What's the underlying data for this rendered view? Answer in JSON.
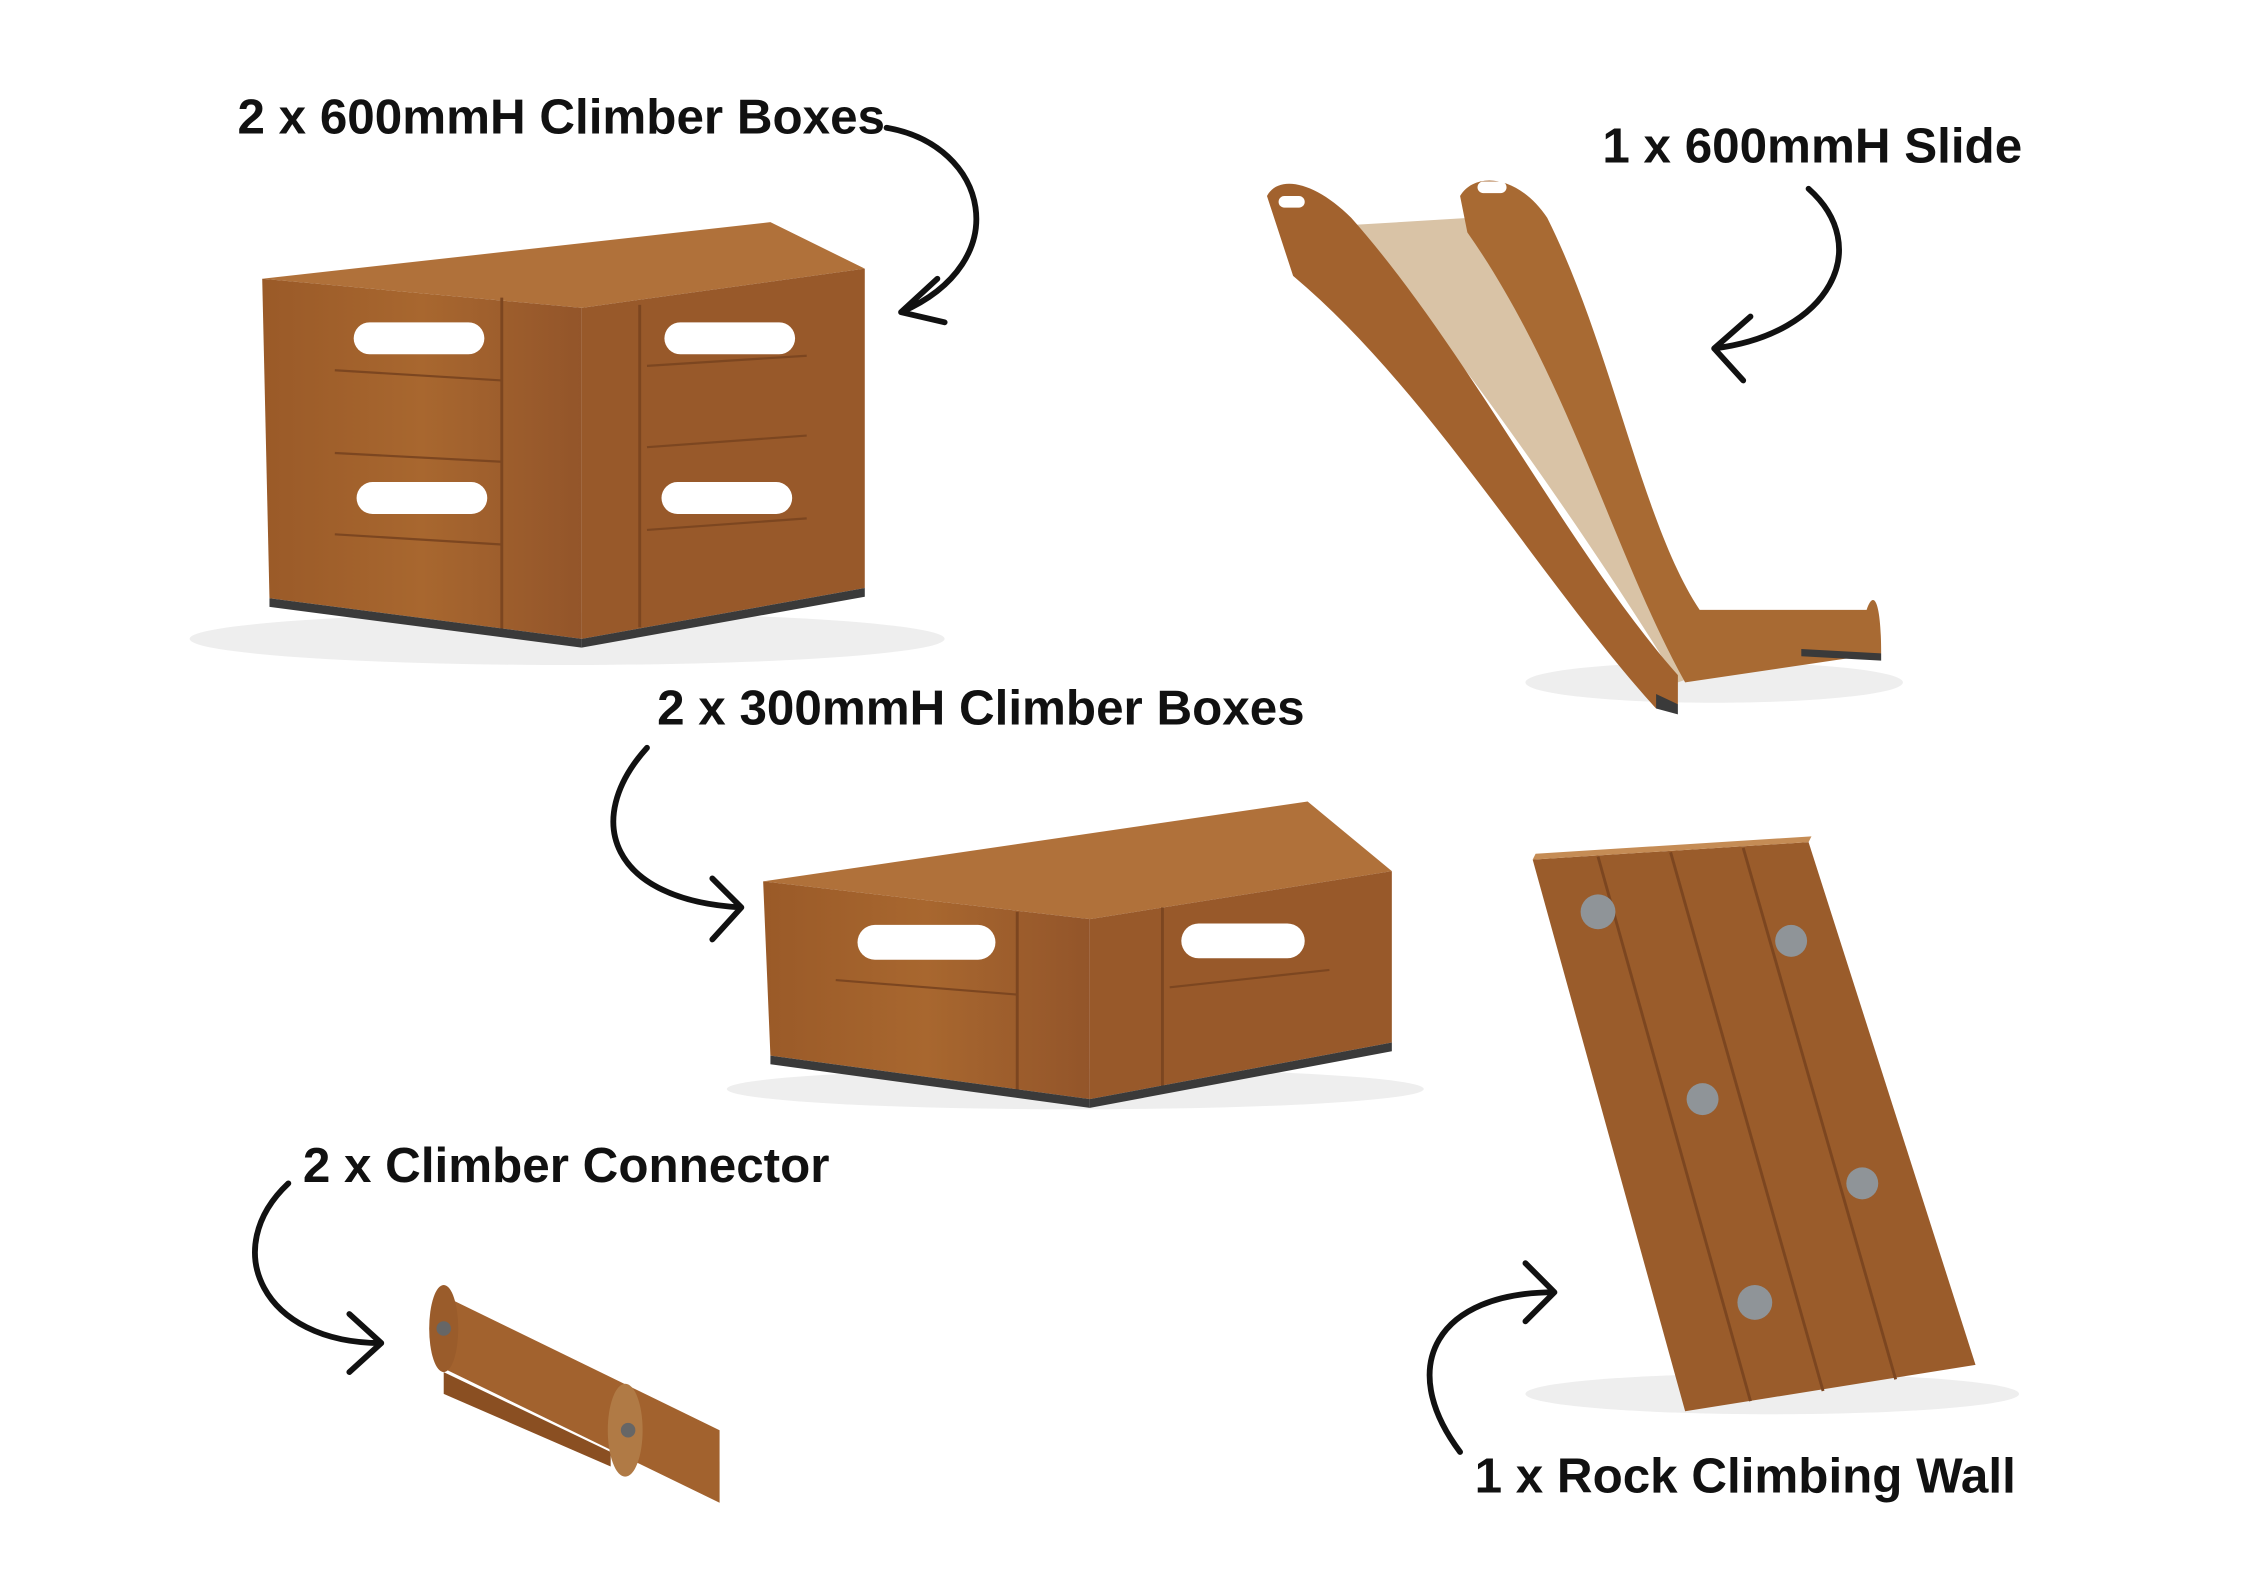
{
  "labels": {
    "climber_boxes_600": "2 x 600mmH Climber Boxes",
    "slide_600": "1 x 600mmH Slide",
    "climber_boxes_300": "2 x 300mmH Climber Boxes",
    "climber_connector": "2 x Climber Connector",
    "rock_wall": "1 x Rock Climbing Wall"
  },
  "colors": {
    "wood_top": "#b0713a",
    "wood_front": "#9a5c2b",
    "wood_side": "#8a4f22",
    "slide_surface": "#d9c3a6",
    "base": "#3a3a3a",
    "holds": "#8f9498"
  }
}
